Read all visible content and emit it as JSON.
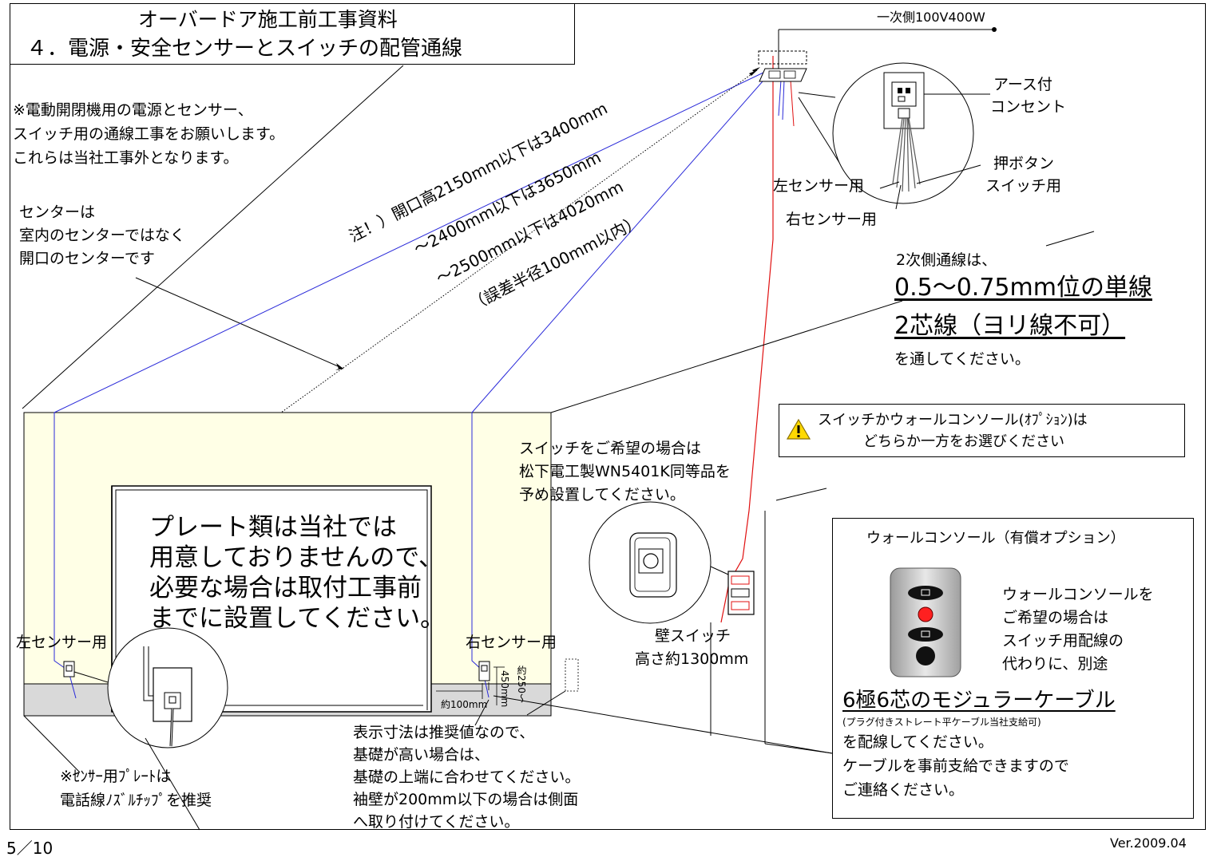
{
  "title": {
    "line1": "オーバードア施工前工事資料",
    "line2": "４．電源・安全センサーとスイッチの配管通線"
  },
  "intro_note": [
    "※電動開閉機用の電源とセンサー、",
    "スイッチ用の通線工事をお願いします。",
    "これらは当社工事外となります。"
  ],
  "center_note": [
    "センターは",
    "室内のセンターではなく",
    "開口のセンターです"
  ],
  "diagonal_notes": {
    "line1": "注！）開口高2150mm以下は3400mm",
    "line2": "～2400mm以下は3650mm",
    "line3": "～2500mm以下は4020mm",
    "line4": "（誤差半径100mm以内）"
  },
  "primary_label": "一次側100V400W",
  "outlet": {
    "label_line1": "アース付",
    "label_line2": "コンセント",
    "push_label_line1": "押ボタン",
    "push_label_line2": "スイッチ用",
    "left_sensor": "左センサー用",
    "right_sensor": "右センサー用"
  },
  "secondary": {
    "line1": "2次側通線は、",
    "line2": "0.5～0.75mm位の単線",
    "line3": "2芯線（ヨリ線不可）",
    "line4": "を通してください。"
  },
  "warning": {
    "line1": "スイッチかウォールコンソール(ｵﾌﾟｼｮﾝ)は",
    "line2": "どちらか一方をお選びください"
  },
  "switch_note": [
    "スイッチをご希望の場合は",
    "松下電工製WN5401K同等品を",
    "予め設置してください。"
  ],
  "wall_switch": {
    "line1": "壁スイッチ",
    "line2": "高さ約1300mm"
  },
  "plate_note": [
    "プレート類は当社では",
    "用意しておりませんので、",
    "必要な場合は取付工事前",
    "までに設置してください。"
  ],
  "left_sensor_label": "左センサー用",
  "right_sensor_label": "右センサー用",
  "dims": {
    "d100": "約100mm",
    "d450": "450mm",
    "d250": "約250～"
  },
  "recommend_note": [
    "表示寸法は推奨値なので、",
    "基礎が高い場合は、",
    "基礎の上端に合わせてください。",
    "袖壁が200mm以下の場合は側面",
    "へ取り付けてください。"
  ],
  "sensor_plate_note": [
    "※ｾﾝｻｰ用ﾌﾟﾚｰﾄは",
    "電話線ﾉｽﾞﾙﾁｯﾌﾟを推奨"
  ],
  "wall_console": {
    "title": "ウォールコンソール（有償オプション）",
    "desc": [
      "ウォールコンソールを",
      "ご希望の場合は",
      "スイッチ用配線の",
      "代わりに、別途"
    ],
    "cable": "6極6芯のモジュラーケーブル",
    "cable_note": "(プラグ付きストレート平ケーブル当社支給可)",
    "tail": [
      "を配線してください。",
      "ケーブルを事前支給できますので",
      "ご連絡ください。"
    ]
  },
  "page_number": "5／10",
  "version": "Ver.2009.04",
  "colors": {
    "wall": "#ffffe6",
    "base": "#d9d9d9",
    "blue_wire": "#2a2ad9",
    "red_wire": "#e01010",
    "console_red": "#ff2020"
  }
}
